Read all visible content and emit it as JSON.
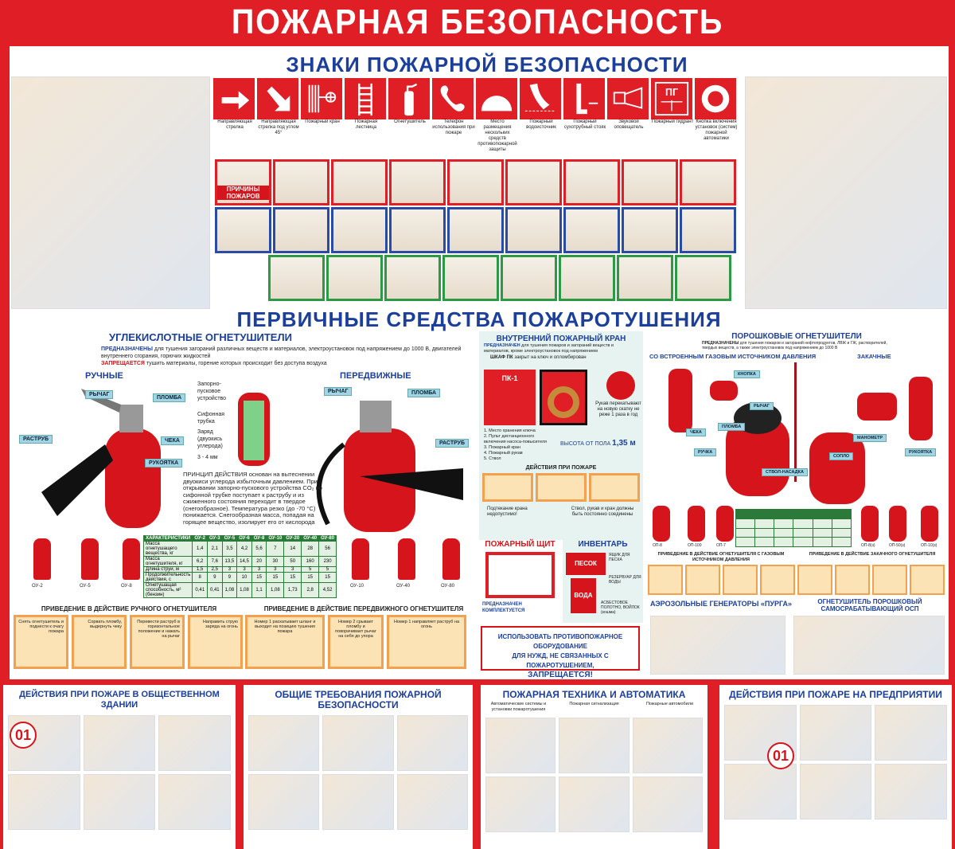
{
  "title": "ПОЖАРНАЯ БЕЗОПАСНОСТЬ",
  "signs_section": {
    "heading": "ЗНАКИ ПОЖАРНОЙ БЕЗОПАСНОСТИ",
    "signs": [
      {
        "icon": "arrow-right-icon",
        "label": "Направляющая стрелка"
      },
      {
        "icon": "arrow-diagonal-icon",
        "label": "Направляющая стрелка под углом 45°"
      },
      {
        "icon": "fire-hose-icon",
        "label": "Пожарный кран"
      },
      {
        "icon": "ladder-icon",
        "label": "Пожарная лестница"
      },
      {
        "icon": "extinguisher-icon",
        "label": "Огнетушитель"
      },
      {
        "icon": "phone-icon",
        "label": "Телефон использования при пожаре"
      },
      {
        "icon": "dome-icon",
        "label": "Место размещения нескольких средств противопожарной защиты"
      },
      {
        "icon": "water-source-icon",
        "label": "Пожарный водоисточник"
      },
      {
        "icon": "dry-pipe-icon",
        "label": "Пожарный сухотрубный стояк"
      },
      {
        "icon": "horn-icon",
        "label": "Звуковой оповещатель"
      },
      {
        "icon": "hydrant-icon",
        "label": "Пожарный гидрант",
        "text": "ПГ"
      },
      {
        "icon": "button-icon",
        "label": "Кнопка включения установок (систем) пожарной автоматики"
      }
    ],
    "tile_label": "ПРИЧИНЫ ПОЖАРОВ"
  },
  "primary": {
    "heading": "ПЕРВИЧНЫЕ СРЕДСТВА ПОЖАРОТУШЕНИЯ",
    "co2": {
      "heading": "УГЛЕКИСЛОТНЫЕ ОГНЕТУШИТЕЛИ",
      "purpose_label": "ПРЕДНАЗНАЧЕНЫ",
      "purpose_text": "для тушения загораний различных веществ и материалов, электроустановок под напряжением до 1000 В, двигателей внутреннего сгорания, горючих жидкостей",
      "forbidden_label": "ЗАПРЕЩАЕТСЯ",
      "forbidden_text": "тушить материалы, горение которых происходит без доступа воздуха",
      "manual": "РУЧНЫЕ",
      "mobile": "ПЕРЕДВИЖНЫЕ",
      "parts": {
        "lever": "РЫЧАГ",
        "seal": "ПЛОМБА",
        "horn": "РАСТРУБ",
        "pin": "ЧЕКА",
        "handle": "РУКОЯТКА"
      },
      "cutaway": {
        "valve": "Запорно-пусковое устройство",
        "siphon": "Сифонная трубка",
        "charge": "Заряд (двуокись углерода)",
        "size": "3 - 4 мм"
      },
      "principle": "ПРИНЦИП ДЕЙСТВИЯ основан на вытеснении двуокиси углерода избыточным давлением. При открывании запорно-пускового устройства CO₂ по сифонной трубке поступает к раструбу и из сжиженного состояния переходит в твердое (снегообразное). Температура резко (до -70 °С) понижается. Снегообразная масса, попадая на горящее вещество, изолирует его от кислорода",
      "models": [
        "ОУ-2",
        "ОУ-5",
        "ОУ-8",
        "ОУ-10",
        "ОУ-40",
        "ОУ-80"
      ],
      "table": {
        "headers": [
          "ХАРАКТЕРИСТИКИ",
          "ОУ-2",
          "ОУ-3",
          "ОУ-5",
          "ОУ-6",
          "ОУ-8",
          "ОУ-10",
          "ОУ-20",
          "ОУ-40",
          "ОУ-80"
        ],
        "rows": [
          [
            "Масса огнетушащего вещества, кг",
            "1,4",
            "2,1",
            "3,5",
            "4,2",
            "5,6",
            "7",
            "14",
            "28",
            "56"
          ],
          [
            "Масса огнетушителя, кг",
            "6,2",
            "7,6",
            "13,5",
            "14,5",
            "20",
            "30",
            "50",
            "160",
            "230"
          ],
          [
            "Длина струи, м",
            "1,5",
            "2,5",
            "3",
            "3",
            "3",
            "3",
            "3",
            "5",
            "5"
          ],
          [
            "Продолжительность действия, с",
            "8",
            "9",
            "9",
            "10",
            "15",
            "15",
            "15",
            "15",
            "15"
          ],
          [
            "Огнетушащая способность, м² (бензин)",
            "0,41",
            "0,41",
            "1,08",
            "1,08",
            "1,1",
            "1,08",
            "1,73",
            "2,8",
            "4,52"
          ]
        ]
      },
      "manual_steps_heading": "ПРИВЕДЕНИЕ В ДЕЙСТВИЕ РУЧНОГО ОГНЕТУШИТЕЛЯ",
      "manual_steps": [
        "Снять огнетушитель и поднести к очагу пожара",
        "Сорвать пломбу, выдернуть чеку",
        "Перевести раструб в горизонтальное положение и нажать на рычаг",
        "Направить струю заряда на огонь"
      ],
      "mobile_steps_heading": "ПРИВЕДЕНИЕ В ДЕЙСТВИЕ ПЕРЕДВИЖНОГО ОГНЕТУШИТЕЛЯ",
      "mobile_steps": [
        "Номер 1 раскатывает шланг и выходит на позицию тушения пожара",
        "Номер 2 срывает пломбу и поворачивает рычаг на себя до упора",
        "Номер 1 направляет раструб на огонь"
      ]
    },
    "hydrant": {
      "heading": "ВНУТРЕННИЙ ПОЖАРНЫЙ КРАН",
      "purpose_label": "ПРЕДНАЗНАЧЕН",
      "purpose_text": "для тушения пожаров и загораний веществ и материалов, кроме электроустановок под напряжением",
      "cabinet": "ШКАФ ПК",
      "cabinet_note": "закрыт на ключ и опломбирован",
      "cabinet_code": "ПК-1",
      "legend": [
        "1. Место хранения ключа",
        "2. Пульт дистанционного включения насоса-повысителя",
        "3. Пожарный кран",
        "4. Пожарный рукав",
        "5. Ствол"
      ],
      "height_label": "ВЫСОТА ОТ ПОЛА",
      "height_value": "1,35 м",
      "hose_note": "Рукав перекатывают на новую скатку не реже 1 раза в год",
      "actions": "ДЕЙСТВИЯ ПРИ ПОЖАРЕ",
      "leak": "Подтекание крана недопустимо!",
      "connected": "Ствол, рукав и кран должны быть постоянно соединены"
    },
    "shield": {
      "heading": "ПОЖАРНЫЙ ЩИТ",
      "purpose_label": "ПРЕДНАЗНАЧЕН",
      "kit_label": "КОМПЛЕКТУЕТСЯ"
    },
    "inventory": {
      "heading": "ИНВЕНТАРЬ",
      "sand": "ПЕСОК",
      "water": "ВОДА",
      "sand_box": "ЯЩИК ДЛЯ ПЕСКА",
      "barrel": "РЕЗЕРВУАР ДЛЯ ВОДЫ",
      "blanket": "АСБЕСТОВОЕ ПОЛОТНО, ВОЙЛОК (кошма)"
    },
    "warning": {
      "line1": "ИСПОЛЬЗОВАТЬ ПРОТИВОПОЖАРНОЕ ОБОРУДОВАНИЕ",
      "line2": "ДЛЯ НУЖД, НЕ СВЯЗАННЫХ С ПОЖАРОТУШЕНИЕМ,",
      "line3": "ЗАПРЕЩАЕТСЯ!"
    },
    "powder": {
      "heading": "ПОРОШКОВЫЕ ОГНЕТУШИТЕЛИ",
      "purpose_label": "ПРЕДНАЗНАЧЕНЫ",
      "purpose_text": "для тушения пожаров и загораний нефтепродуктов, ЛВЖ и ГЖ, растворителей, твердых веществ, а также электроустановок под напряжением до 1000 В",
      "gas_source": "СО ВСТРОЕННЫМ ГАЗОВЫМ ИСТОЧНИКОМ ДАВЛЕНИЯ",
      "pumped": "ЗАКАЧНЫЕ",
      "parts": [
        "КНОПКА",
        "РЫЧАГ",
        "ПЛОМБА",
        "ЧЕКА",
        "РУЧКА",
        "СТВОЛ-НАСАДКА",
        "СОПЛО",
        "МАНОМЕТР",
        "РУКОЯТКА"
      ],
      "models": [
        "ОП-8",
        "ОП-100",
        "ОП-7",
        "ОП-8(з)",
        "ОП-50(з)",
        "ОП-10(з)"
      ],
      "steps_gas": "ПРИВЕДЕНИЕ В ДЕЙСТВИЕ ОГНЕТУШИТЕЛЯ С ГАЗОВЫМ ИСТОЧНИКОМ ДАВЛЕНИЯ",
      "steps_pumped": "ПРИВЕДЕНИЕ В ДЕЙСТВИЕ ЗАКАЧНОГО ОГНЕТУШИТЕЛЯ",
      "aerosol": "АЭРОЗОЛЬНЫЕ ГЕНЕРАТОРЫ «ПУРГА»",
      "osp": "ОГНЕТУШИТЕЛЬ ПОРОШКОВЫЙ САМОСРАБАТЫВАЮЩИЙ ОСП"
    }
  },
  "bottom_panels": [
    {
      "title": "ДЕЙСТВИЯ ПРИ ПОЖАРЕ В ОБЩЕСТВЕННОМ ЗДАНИИ",
      "badge": "01"
    },
    {
      "title": "ОБЩИЕ ТРЕБОВАНИЯ ПОЖАРНОЙ БЕЗОПАСНОСТИ"
    },
    {
      "title": "ПОЖАРНАЯ ТЕХНИКА И АВТОМАТИКА",
      "sub": [
        "Автоматические системы и установки пожаротушения",
        "Пожарная сигнализация",
        "Пожарные автомобили"
      ]
    },
    {
      "title": "ДЕЙСТВИЯ ПРИ ПОЖАРЕ НА ПРЕДПРИЯТИИ",
      "badge": "01"
    }
  ],
  "colors": {
    "brand_red": "#e01e25",
    "heading_blue": "#1b3f9a",
    "table_green": "#2c7a3a",
    "step_orange": "#f3a04f"
  }
}
